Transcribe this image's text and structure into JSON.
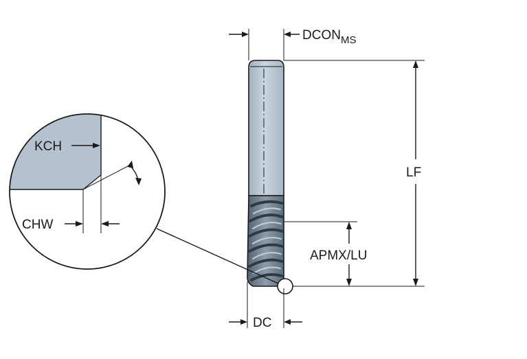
{
  "labels": {
    "dcon": "DCON",
    "dcon_sub": "MS",
    "lf": "LF",
    "apmx_lu": "APMX/LU",
    "dc": "DC",
    "kch": "KCH",
    "chw": "CHW"
  },
  "colors": {
    "shank": "#bccbd6",
    "flute": "#7d8e9c",
    "flute_dark": "#3f4f5c",
    "detail_fill": "#b4c2cf",
    "ink": "#1a1a1a"
  }
}
